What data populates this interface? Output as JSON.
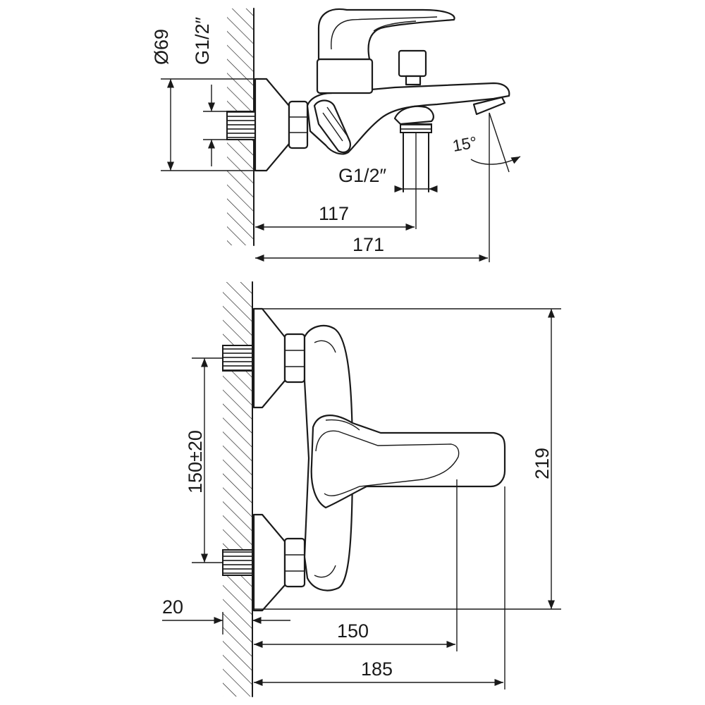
{
  "colors": {
    "line": "#1a1a1a",
    "background": "#ffffff"
  },
  "side_view": {
    "diameter_label": "Ø69",
    "wall_thread_label": "G1/2″",
    "outlet_thread_label": "G1/2″",
    "angle_label": "15°",
    "dim_117": "117",
    "dim_171": "171"
  },
  "front_view": {
    "spacing_label": "150±20",
    "height_label": "219",
    "wall_offset_label": "20",
    "dim_150": "150",
    "dim_185": "185"
  }
}
